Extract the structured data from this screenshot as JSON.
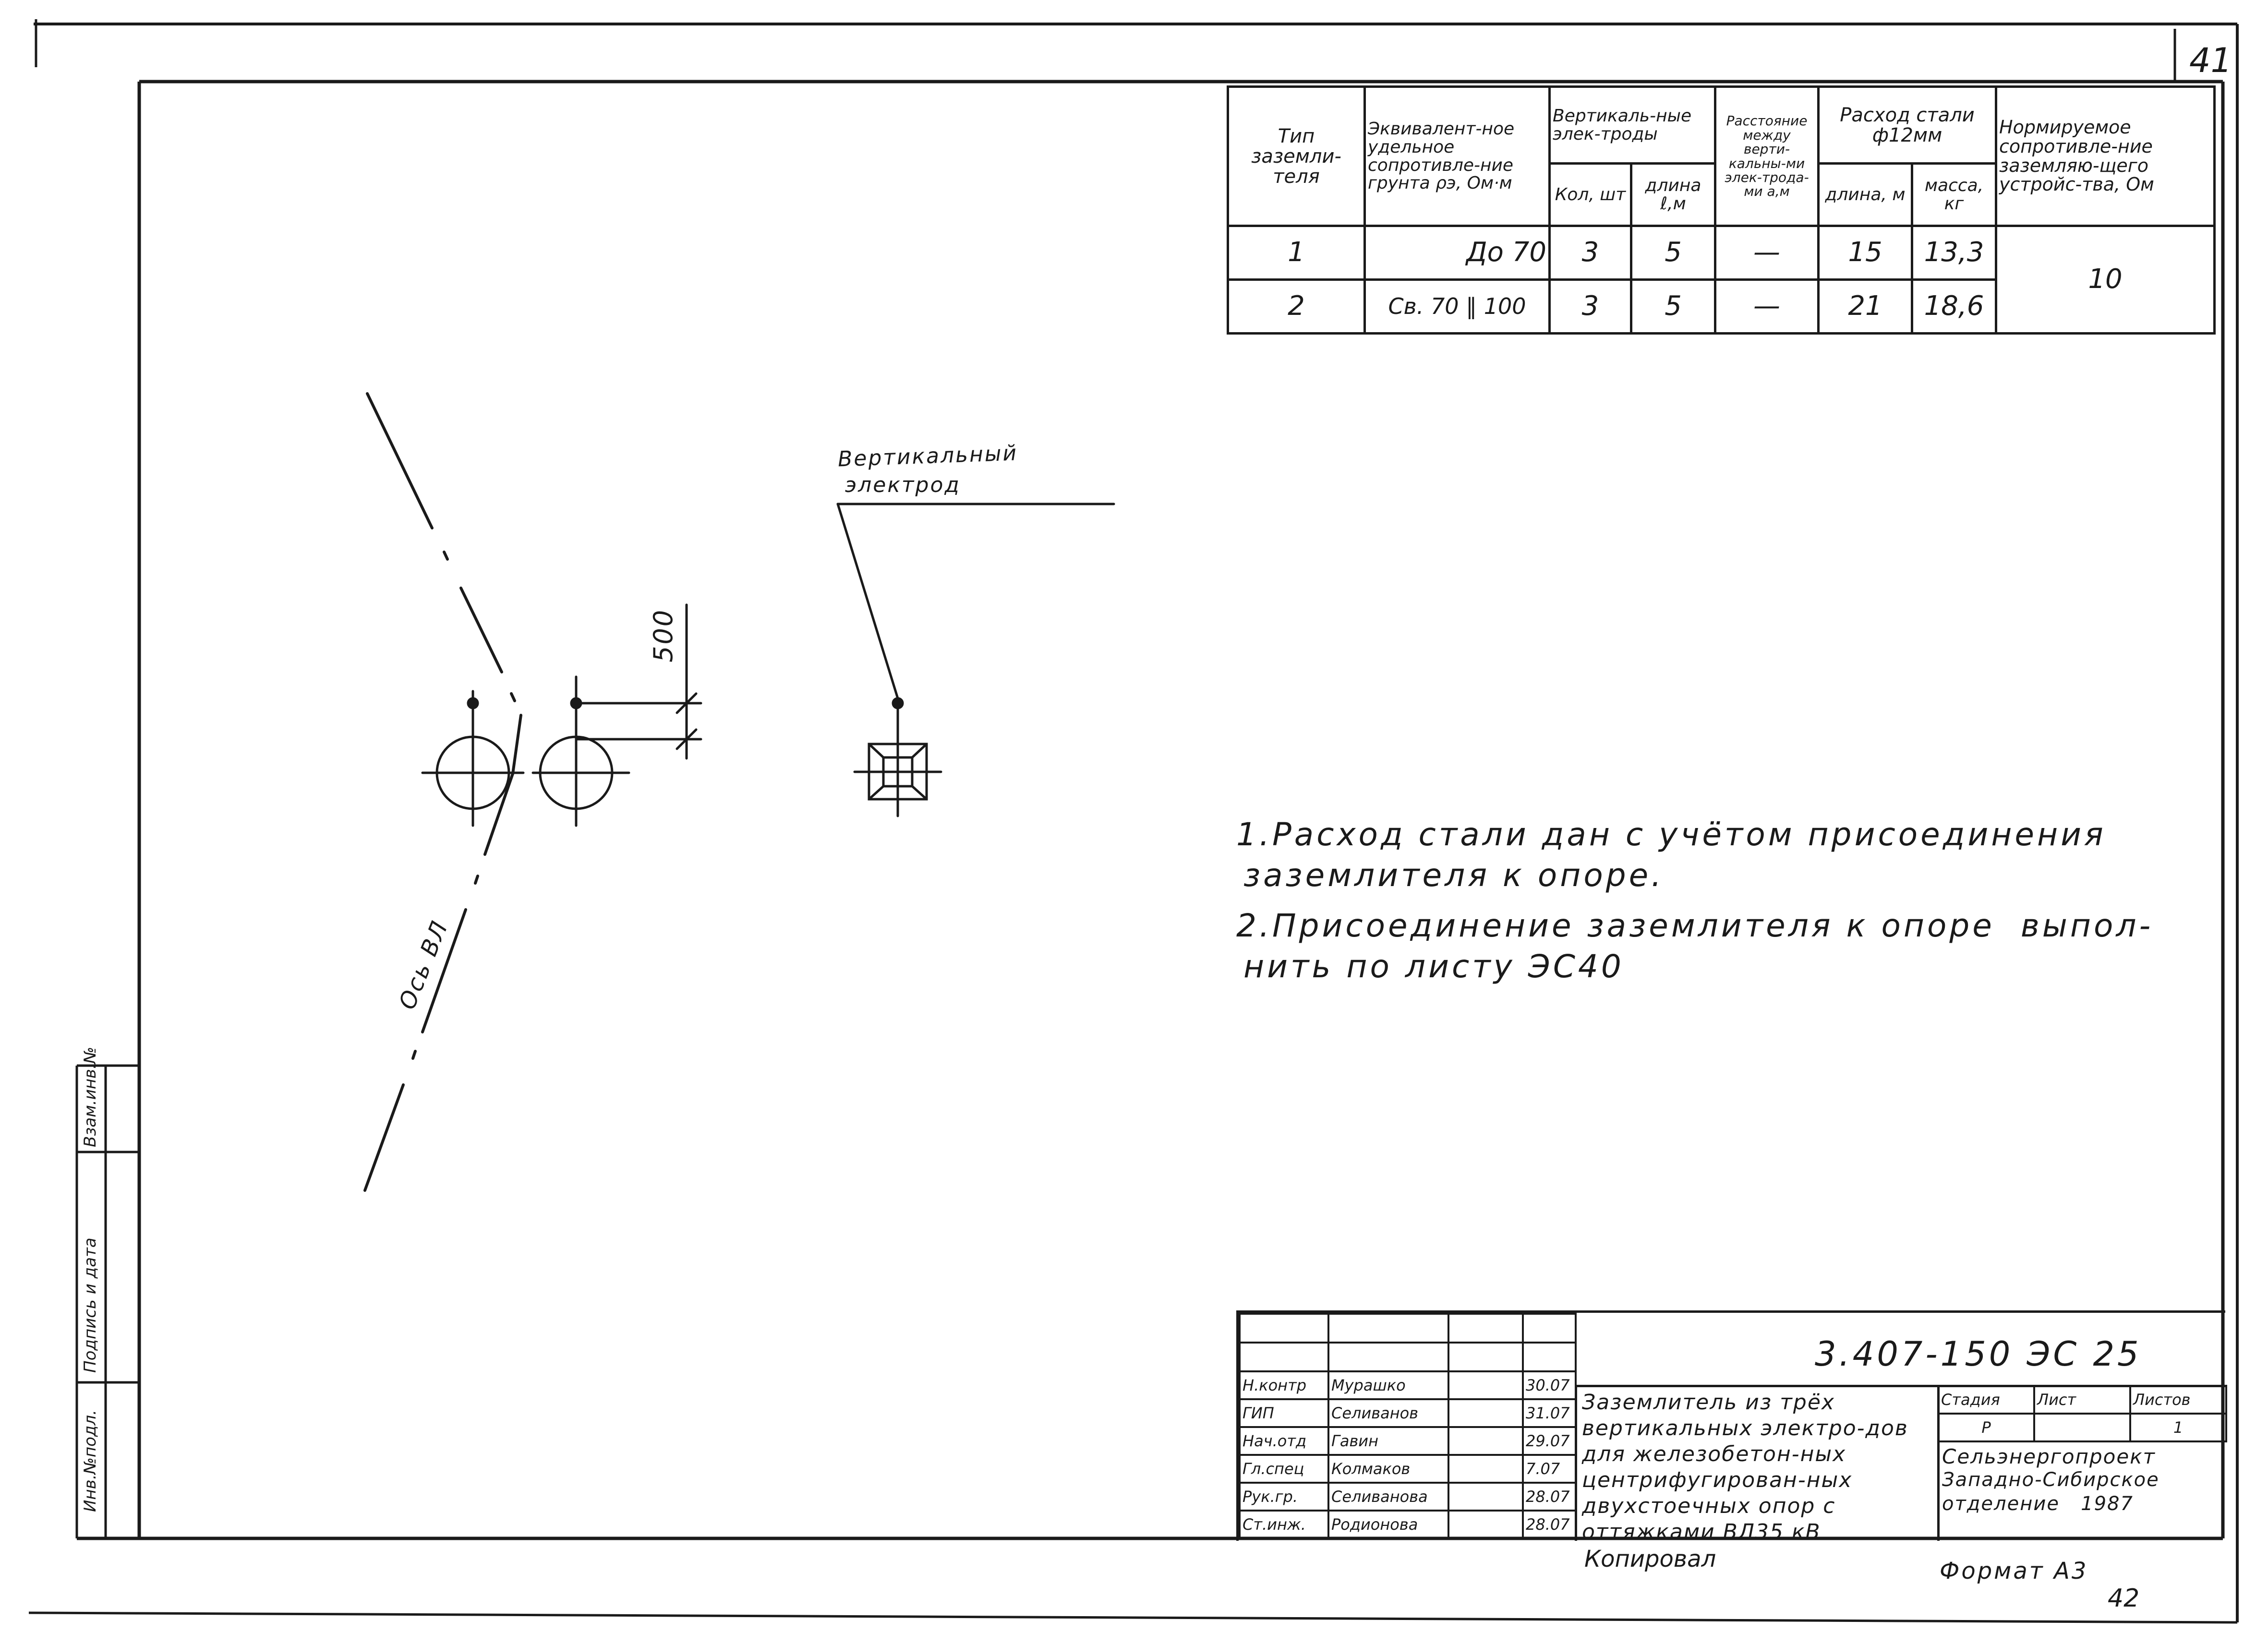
{
  "sheet_number": "41",
  "table": {
    "headers": {
      "type": "Тип заземли-теля",
      "resistivity": "Эквивалент-ное удельное сопротивле-ние грунта ρэ, Ом·м",
      "electrodes": "Вертикаль-ные элек-троды",
      "count": "Кол, шт",
      "length": "длина ℓ,м",
      "distance": "Расстояние между верти-кальны-ми элек-трода-ми а,м",
      "steel": "Расход стали ф12мм",
      "steel_length": "длина, м",
      "steel_mass": "масса, кг",
      "resistance": "Нормируемое сопротивле-ние заземляю-щего устройс-тва, Ом"
    },
    "rows": [
      {
        "type": "1",
        "resistivity": "До 70",
        "count": "3",
        "length": "5",
        "distance": "—",
        "steel_length": "15",
        "steel_mass": "13,3"
      },
      {
        "type": "2",
        "resistivity": "Св. 70 ‖ 100",
        "count": "3",
        "length": "5",
        "distance": "—",
        "steel_length": "21",
        "steel_mass": "18,6"
      }
    ],
    "resistance_value": "10"
  },
  "drawing": {
    "electrode_label_line1": "Вертикальный",
    "electrode_label_line2": "электрод",
    "dimension": "500",
    "axis_label": "Ось ВЛ"
  },
  "notes": {
    "note1_line1": "1.Расход стали дан с учётом присоединения",
    "note1_line2": "заземлителя к опоре.",
    "note2_line1": "2.Присоединение заземлителя к опоре  выпол-",
    "note2_line2": "нить по листу ЭС40"
  },
  "stamp": {
    "code": "3.407-150  ЭС 25",
    "roles": [
      {
        "role": "Н.контр",
        "name": "Мурашко",
        "date": "30.07"
      },
      {
        "role": "ГИП",
        "name": "Селиванов",
        "date": "31.07"
      },
      {
        "role": "Нач.отд",
        "name": "Гавин",
        "date": "29.07"
      },
      {
        "role": "Гл.спец",
        "name": "Колмаков",
        "date": "7.07"
      },
      {
        "role": "Рук.гр.",
        "name": "Селиванова",
        "date": "28.07"
      },
      {
        "role": "Ст.инж.",
        "name": "Родионова",
        "date": "28.07"
      }
    ],
    "title": "Заземлитель из трёх вертикальных электро-дов для железобетон-ных центрифугирован-ных двухстоечных опор с оттяжками ВЛ35 кВ",
    "stage_header": "Стадия",
    "sheet_header": "Лист",
    "sheets_header": "Листов",
    "stage": "Р",
    "sheets": "1",
    "org_line1": "Сельэнергопроект",
    "org_line2": "Западно-Сибирское",
    "org_line3": "отделение   1987"
  },
  "side_labels": {
    "inv_orig": "Инв.№подл.",
    "sign_date": "Подпись и дата",
    "inv_swap": "Взам.инв.№"
  },
  "footer": {
    "copied": "Копировал",
    "format": "Формат А3",
    "page_bottom": "42"
  }
}
